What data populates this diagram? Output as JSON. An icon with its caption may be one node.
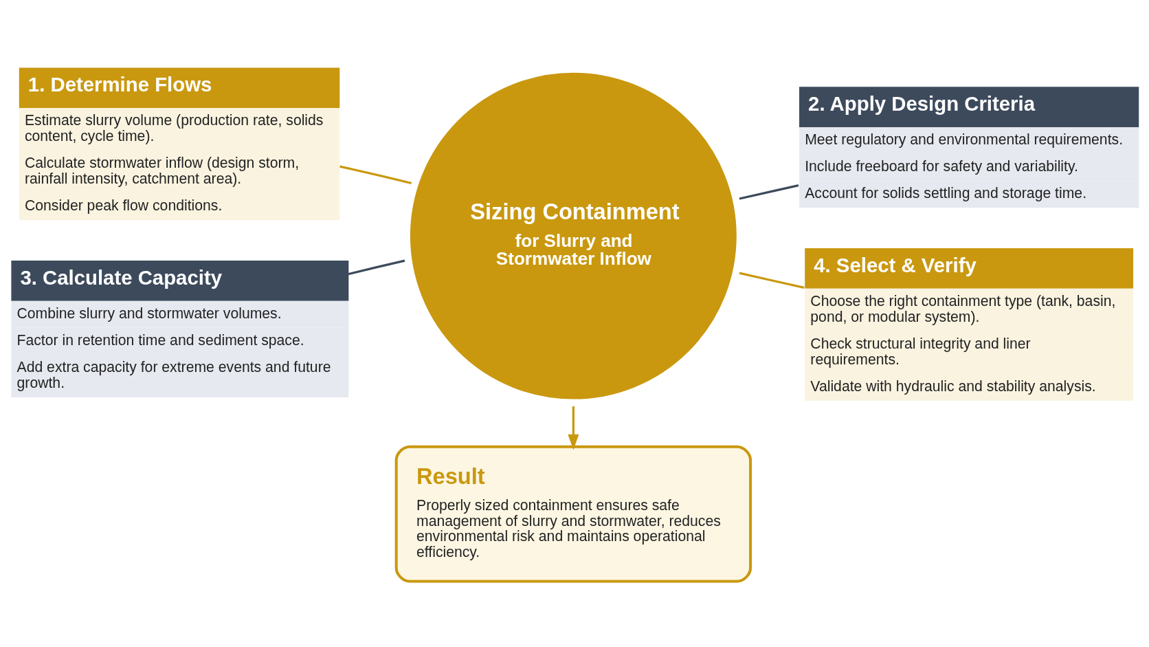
{
  "diagram": {
    "nodes": [
      {
        "text": [
          "1. Determine Flows",
          "Estimate slurry volume (production rate, solids content, cycle time).",
          "Calculate stormwater inflow (design storm, rainfall intensity, catchment area).",
          "Consider peak flow conditions."
        ]
      },
      {
        "text": [
          "2. Apply Design Criteria",
          "Meet regulatory and environmental requirements.",
          "Include freeboard for safety and variability.",
          "Account for solids settling and storage time."
        ]
      },
      {
        "text": [
          "Sizing Containment",
          "for Slurry and Stormwater Inflow"
        ]
      },
      {
        "text": [
          "3. Calculate Capacity",
          "Combine slurry and stormwater volumes.",
          "Factor in retention time and sediment space.",
          "Add extra capacity for extreme events and future growth."
        ]
      },
      {
        "text": [
          "4. Select & Verify",
          "Choose the right containment type (tank, basin, pond, or modular system).",
          "Check structural integrity and liner requirements.",
          "Validate with hydraulic and stability analysis."
        ]
      },
      {
        "text": [
          "Result",
          "Properly sized containment ensures safe management of slurry and stormwater, reduces environmental risk and maintains operational efficiency."
        ]
      }
    ],
    "edges": [
      {
        "from": 2,
        "to": 0,
        "arrow": "none"
      },
      {
        "from": 2,
        "to": 1,
        "arrow": "none",
        "color": "#3d4a5c"
      },
      {
        "from": 2,
        "to": 3,
        "arrow": "none",
        "color": "#3d4a5c"
      },
      {
        "from": 2,
        "to": 4,
        "arrow": "none"
      },
      {
        "from": 2,
        "to": 5,
        "arrow": "to"
      }
    ]
  }
}
